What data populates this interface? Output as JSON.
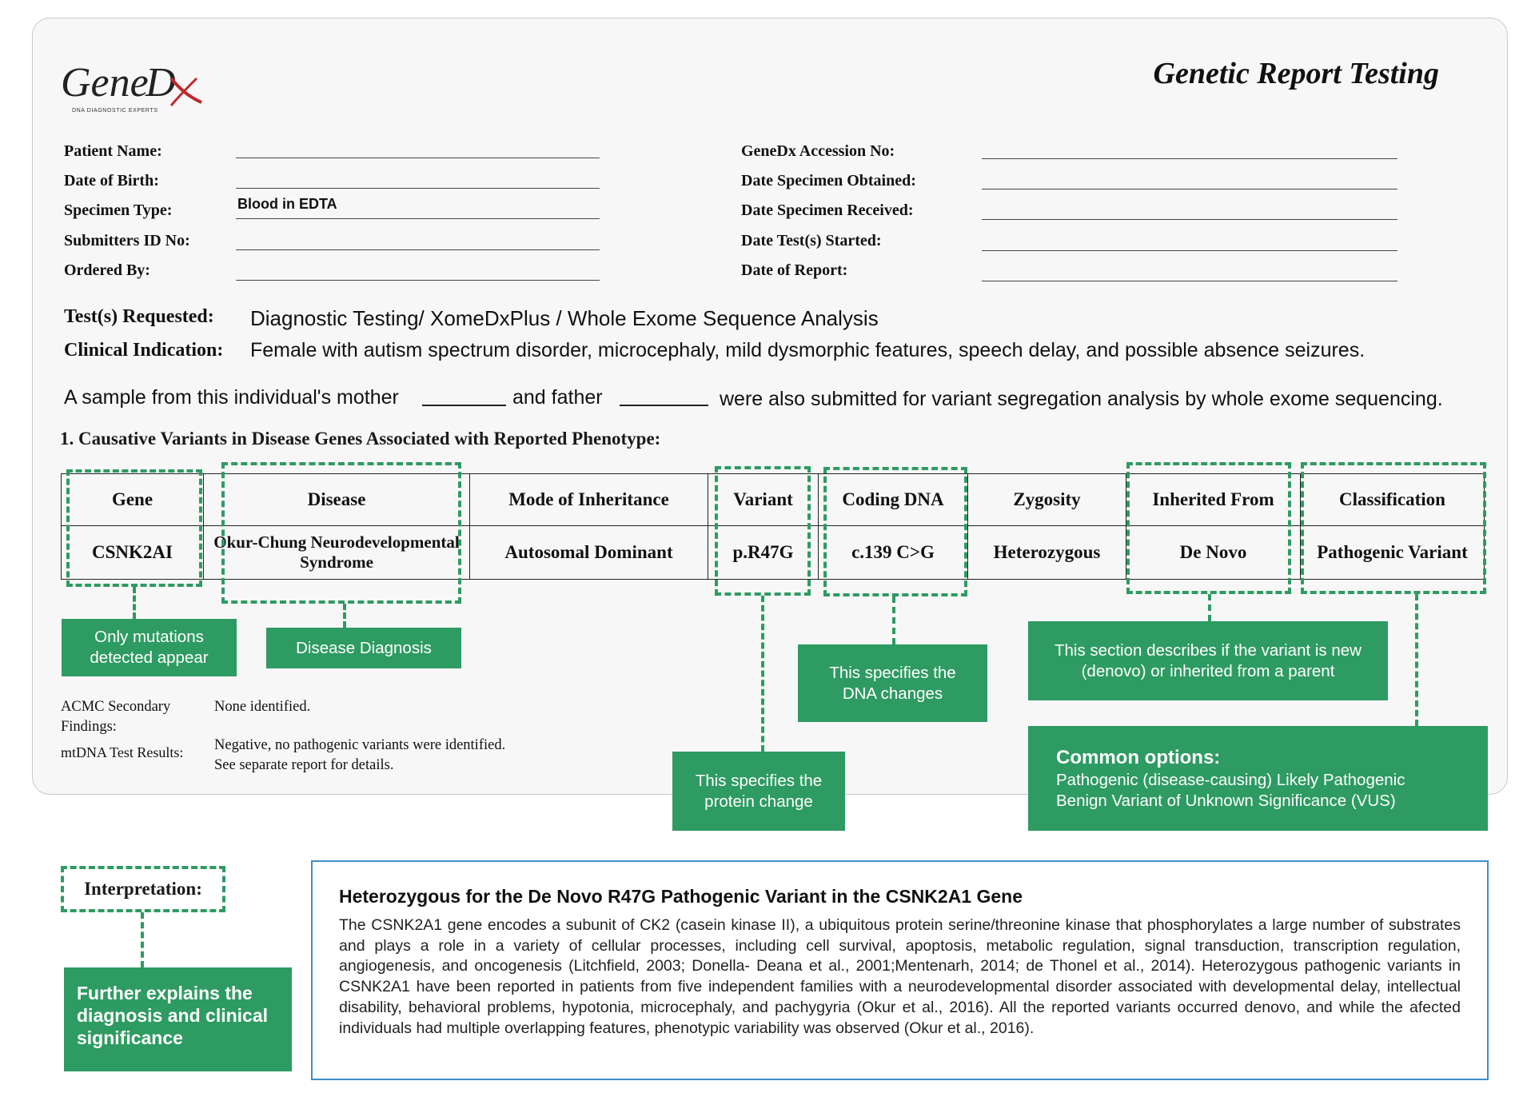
{
  "header": {
    "logo_text": "GeneDx",
    "logo_tagline": "DNA DIAGNOSTIC EXPERTS",
    "title": "Genetic Report Testing"
  },
  "patient_fields": {
    "patient_name": "Patient Name:",
    "dob": "Date of Birth:",
    "specimen_type": "Specimen Type:",
    "specimen_type_value": "Blood in EDTA",
    "submitter_id": "Submitters ID No:",
    "ordered_by": "Ordered By:"
  },
  "report_fields": {
    "accession": "GeneDx Accession No:",
    "obtained": "Date Specimen Obtained:",
    "received": "Date Specimen Received:",
    "started": "Date Test(s) Started:",
    "report_date": "Date of Report:"
  },
  "test": {
    "requested_label": "Test(s) Requested:",
    "requested_value": "Diagnostic Testing/ XomeDxPlus / Whole Exome Sequence Analysis",
    "indication_label": "Clinical Indication:",
    "indication_value": "Female with autism spectrum disorder, microcephaly, mild dysmorphic features, speech delay, and possible absence seizures."
  },
  "sample_sentence": {
    "part1": "A sample from this individual's mother",
    "part2": "and father",
    "part3": "were also submitted for variant segregation analysis by whole exome sequencing."
  },
  "section_title": "1. Causative Variants in Disease Genes Associated with Reported Phenotype:",
  "variant_table": {
    "headers": [
      "Gene",
      "Disease",
      "Mode of Inheritance",
      "Variant",
      "Coding DNA",
      "Zygosity",
      "Inherited From",
      "Classification"
    ],
    "row": [
      "CSNK2AI",
      "Okur-Chung Neurodevelopmental Syndrome",
      "Autosomal Dominant",
      "p.R47G",
      "c.139 C>G",
      "Heterozygous",
      "De Novo",
      "Pathogenic Variant"
    ]
  },
  "callouts": {
    "gene": "Only mutations detected appear",
    "disease": "Disease Diagnosis",
    "variant": "This specifies the protein change",
    "coding": "This specifies the DNA changes",
    "inherited": "This section describes if the variant is new (denovo) or inherited from a parent",
    "classification_title": "Common options:",
    "classification_line1": "Pathogenic (disease-causing) Likely Pathogenic",
    "classification_line2": "Benign Variant of Unknown Significance (VUS)"
  },
  "footer_results": {
    "acmg_label": "ACMC Secondary Findings:",
    "acmg_value": "None identified.",
    "mtdna_label": "mtDNA Test Results:",
    "mtdna_value_line1": "Negative, no pathogenic variants were identified.",
    "mtdna_value_line2": "See separate report for details."
  },
  "interpretation": {
    "label": "Interpretation:",
    "explain": "Further explains the diagnosis and clinical significance",
    "heading": "Heterozygous for the De Novo R47G Pathogenic Variant in the CSNK2A1 Gene",
    "body": "The CSNK2A1 gene encodes a subunit of CK2 (casein kinase II), a ubiquitous protein serine/threonine kinase that phosphorylates a large number of substrates and plays a role in a variety of cellular processes, including cell survival, apoptosis, metabolic regulation, signal transduction, transcription regulation, angiogenesis, and oncogenesis (Litchfield, 2003; Donella- Deana et al., 2001;Mentenarh, 2014; de Thonel et al., 2014). Heterozygous pathogenic variants in CSNK2A1 have been reported in patients from five independent families with a neurodevelopmental disorder associated with developmental delay, intellectual disability, behavioral problems, hypotonia, microcephaly, and pachygyria (Okur et al., 2016). All the reported variants occurred denovo, and while the afected individuals had multiple overlapping features, phenotypic variability was observed (Okur et al., 2016)."
  },
  "colors": {
    "accent_green": "#2e9b62",
    "panel_border_blue": "#3d8fc8",
    "logo_x_red": "#c0272d"
  }
}
